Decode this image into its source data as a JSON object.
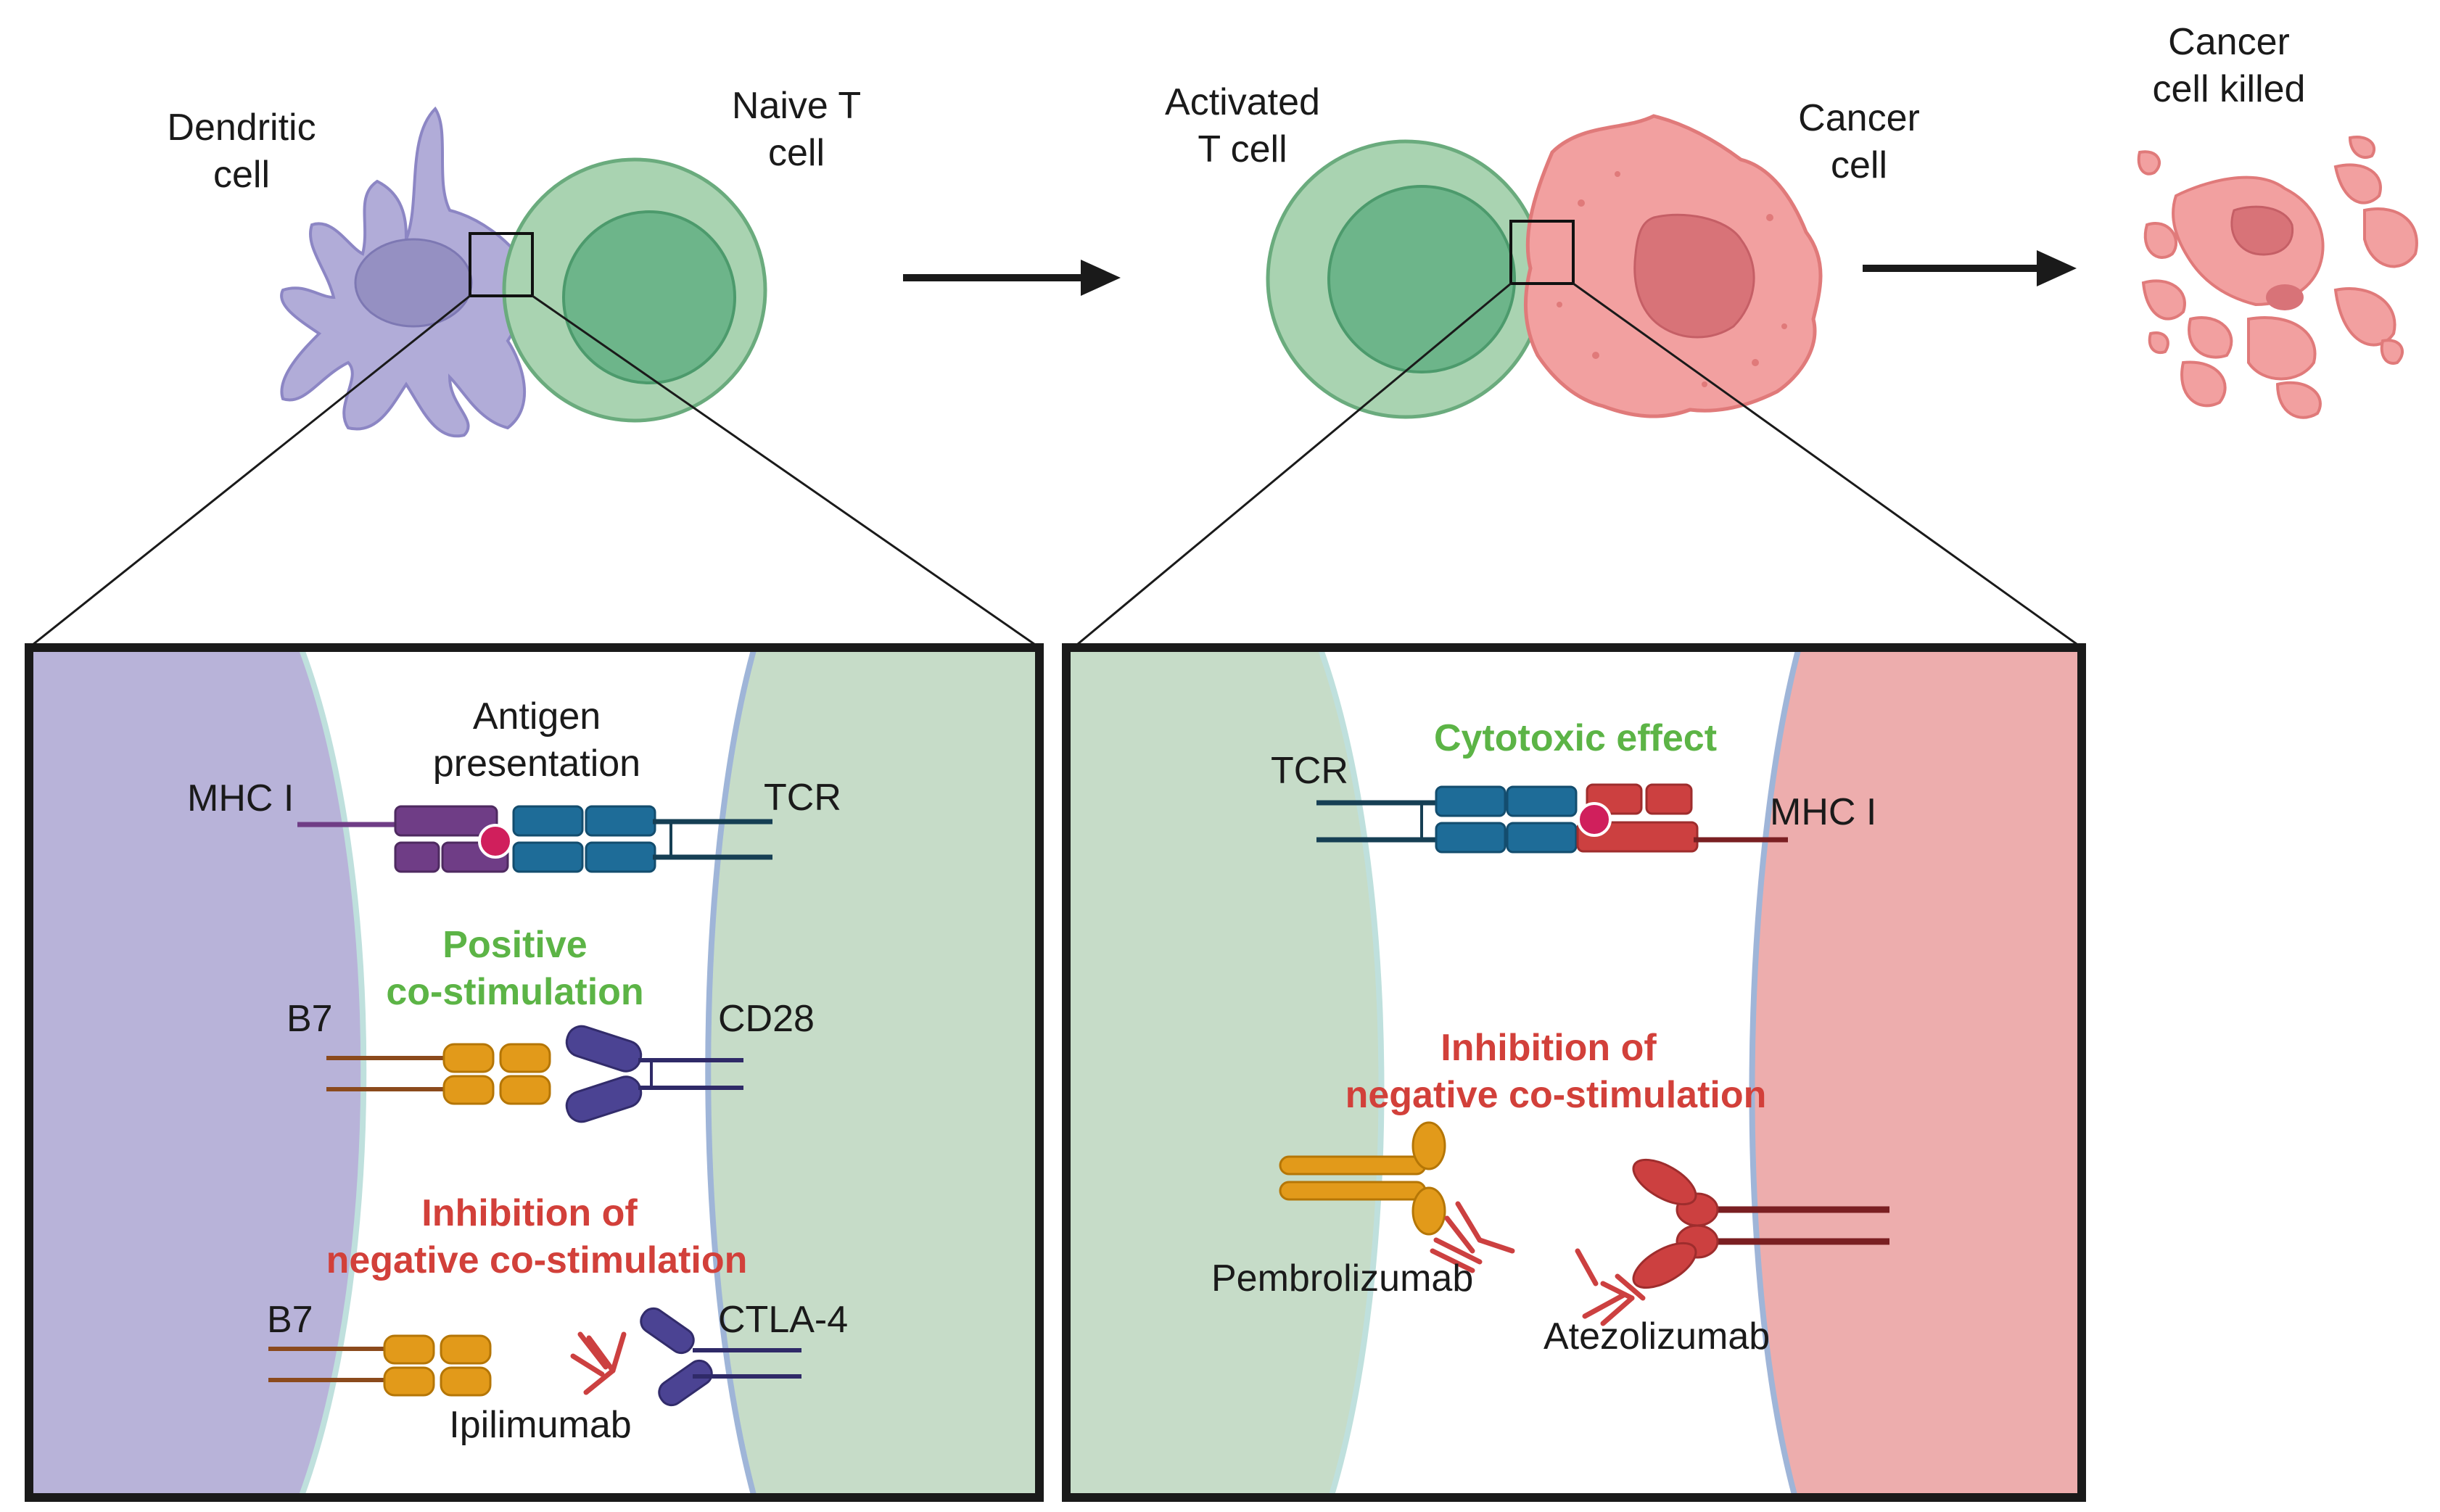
{
  "labels": {
    "dendritic_1": "Dendritic",
    "dendritic_2": "cell",
    "naive_1": "Naive T",
    "naive_2": "cell",
    "activated_1": "Activated",
    "activated_2": "T cell",
    "cancer_1": "Cancer",
    "cancer_2": "cell",
    "killed_1": "Cancer",
    "killed_2": "cell killed",
    "left_antigen_1": "Antigen",
    "left_antigen_2": "presentation",
    "left_mhc": "MHC I",
    "left_tcr": "TCR",
    "left_pos_1": "Positive",
    "left_pos_2": "co-stimulation",
    "left_b7_a": "B7",
    "left_cd28": "CD28",
    "left_inh_1": "Inhibition of",
    "left_inh_2": "negative co-stimulation",
    "left_b7_b": "B7",
    "left_ctla4": "CTLA-4",
    "left_ipi": "Ipilimumab",
    "right_cyto": "Cytotoxic effect",
    "right_tcr": "TCR",
    "right_mhc": "MHC I",
    "right_inh_1": "Inhibition of",
    "right_inh_2": "negative co-stimulation",
    "right_pembro": "Pembrolizumab",
    "right_atezo": "Atezolizumab"
  },
  "colors": {
    "dendritic": "#b1acd8",
    "dendritic_nucleus": "#9590c2",
    "tcell_outer": "#a9d3b1",
    "tcell_inner": "#6db58a",
    "cancer": "#f2a0a0",
    "cancer_nucleus": "#d87378",
    "panel_purple": "#b8b3d9",
    "panel_green": "#c6dcc8",
    "panel_red": "#edadad",
    "mhc_purple": "#6f3d86",
    "tcr_blue": "#1e6c98",
    "b7_orange": "#e29a1a",
    "cd28_purple": "#4b4393",
    "antibody_red": "#cc4040",
    "text_green": "#5cb446",
    "text_red": "#d2403a"
  }
}
